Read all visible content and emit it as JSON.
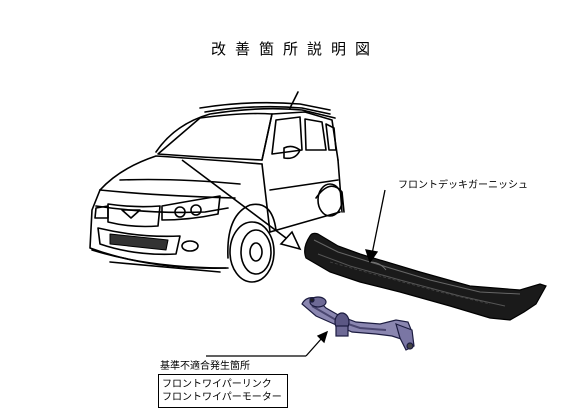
{
  "title": "改善箇所説明図",
  "labels": {
    "cowl_top": "フロントデッキガーニッシュ",
    "defect_location": "基準不適合発生箇所"
  },
  "parts": [
    "フロントワイパーリンク",
    "フロントワイパーモーター"
  ]
}
